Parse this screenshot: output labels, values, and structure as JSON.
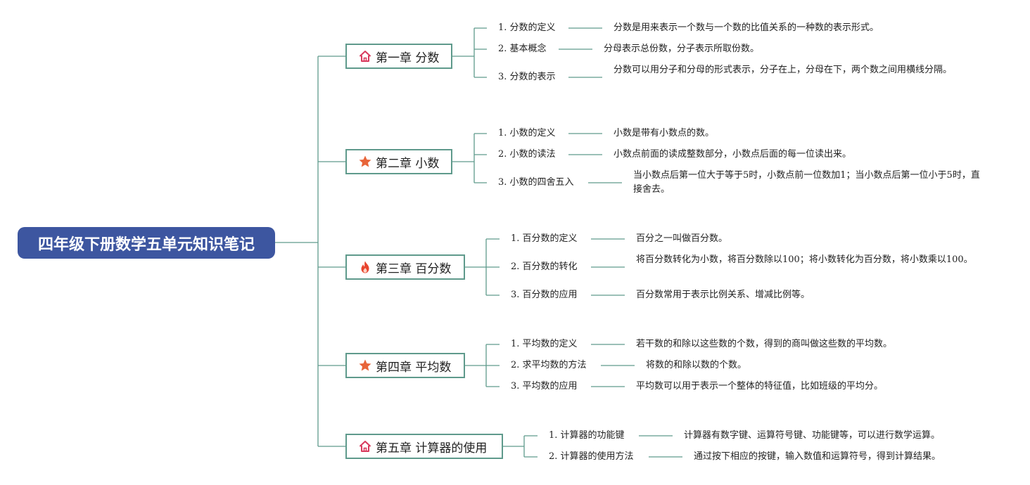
{
  "title": "四年级下册数学五单元知识笔记",
  "colors": {
    "root_bg": "#3d56a0",
    "connector": "#5f9a8c",
    "icon_home": "#d93b5e",
    "icon_star": "#e8653a",
    "icon_fire": "#e8442e"
  },
  "chapters": [
    {
      "label": "第一章 分数",
      "icon": "home-icon",
      "topics": [
        {
          "label": "1. 分数的定义",
          "desc": "分数是用来表示一个数与一个数的比值关系的一种数的表示形式。"
        },
        {
          "label": "2. 基本概念",
          "desc": "分母表示总份数，分子表示所取份数。"
        },
        {
          "label": "3. 分数的表示",
          "desc": "分数可以用分子和分母的形式表示，分子在上，分母在下，两个数之间用横线分隔。"
        }
      ]
    },
    {
      "label": "第二章 小数",
      "icon": "star-icon",
      "topics": [
        {
          "label": "1. 小数的定义",
          "desc": "小数是带有小数点的数。"
        },
        {
          "label": "2. 小数的读法",
          "desc": "小数点前面的读成整数部分，小数点后面的每一位读出来。"
        },
        {
          "label": "3. 小数的四舍五入",
          "desc": "当小数点后第一位大于等于5时，小数点前一位数加1；当小数点后第一位小于5时，直接舍去。"
        }
      ]
    },
    {
      "label": "第三章 百分数",
      "icon": "fire-icon",
      "topics": [
        {
          "label": "1. 百分数的定义",
          "desc": "百分之一叫做百分数。"
        },
        {
          "label": "2. 百分数的转化",
          "desc": "将百分数转化为小数，将百分数除以100；将小数转化为百分数，将小数乘以100。"
        },
        {
          "label": "3. 百分数的应用",
          "desc": "百分数常用于表示比例关系、增减比例等。"
        }
      ]
    },
    {
      "label": "第四章 平均数",
      "icon": "star-icon",
      "topics": [
        {
          "label": "1. 平均数的定义",
          "desc": "若干数的和除以这些数的个数，得到的商叫做这些数的平均数。"
        },
        {
          "label": "2. 求平均数的方法",
          "desc": "将数的和除以数的个数。"
        },
        {
          "label": "3. 平均数的应用",
          "desc": "平均数可以用于表示一个整体的特征值，比如班级的平均分。"
        }
      ]
    },
    {
      "label": "第五章 计算器的使用",
      "icon": "home-icon",
      "topics": [
        {
          "label": "1. 计算器的功能键",
          "desc": "计算器有数字键、运算符号键、功能键等，可以进行数学运算。"
        },
        {
          "label": "2. 计算器的使用方法",
          "desc": "通过按下相应的按键，输入数值和运算符号，得到计算结果。"
        }
      ]
    }
  ]
}
